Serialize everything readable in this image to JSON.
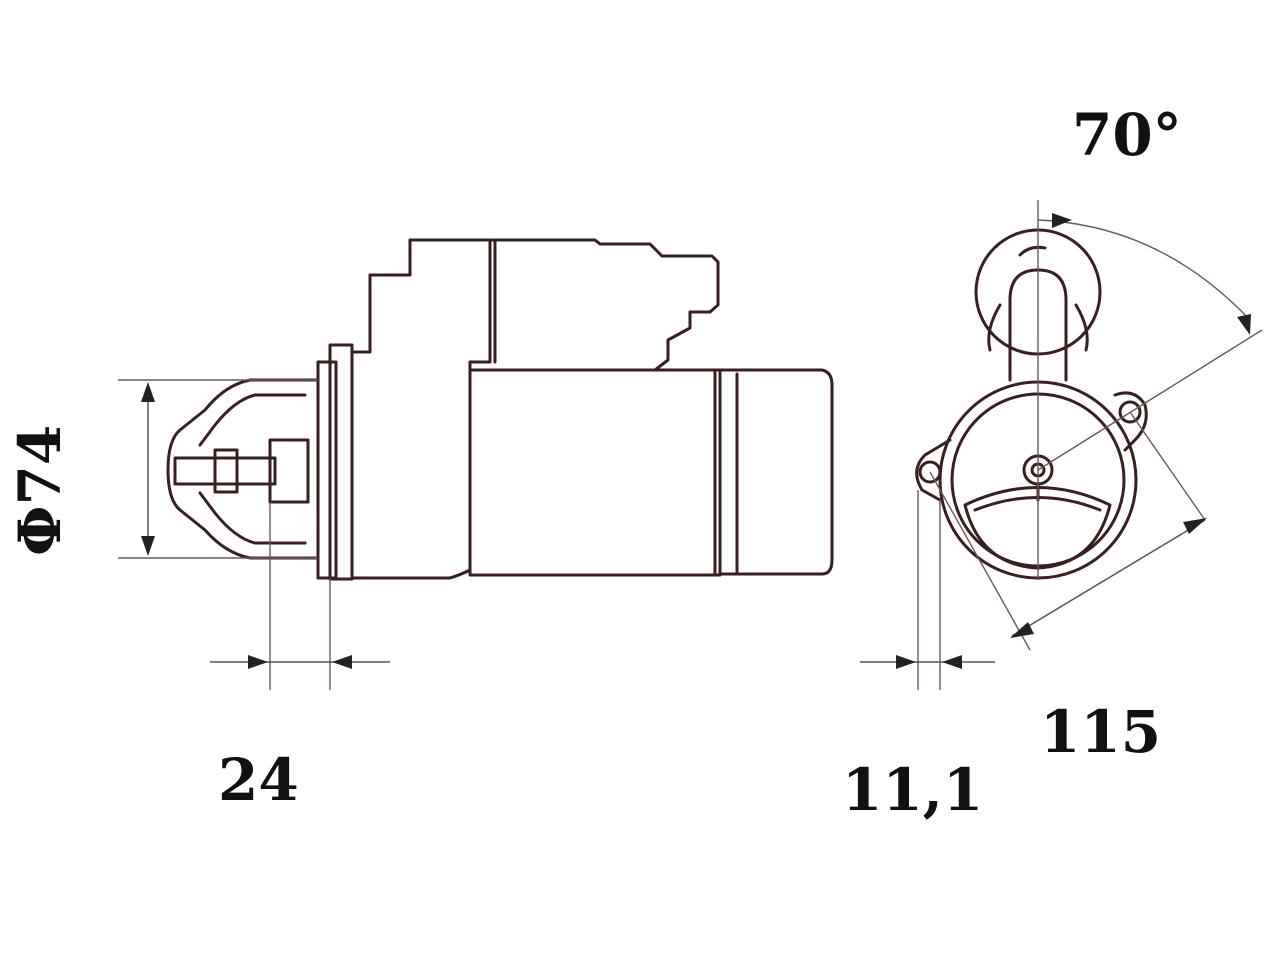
{
  "dimensions": {
    "diameter": "Φ74",
    "length_left": "24",
    "angle": "70°",
    "offset": "11,1",
    "bolt_spacing": "115"
  },
  "colors": {
    "outline": "#3a1f1f",
    "dimension": "#555555",
    "text": "#111111"
  }
}
